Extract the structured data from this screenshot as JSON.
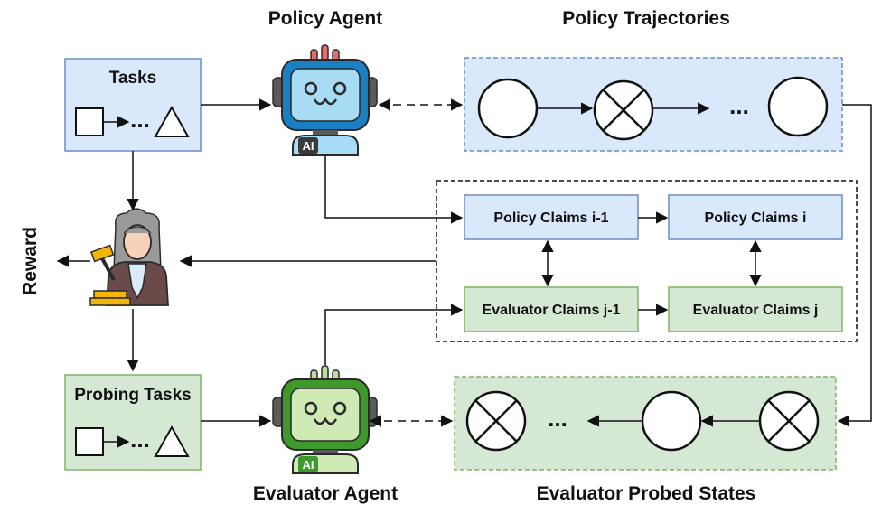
{
  "titles": {
    "policy_agent": "Policy Agent",
    "policy_trajectories": "Policy Trajectories",
    "evaluator_agent": "Evaluator Agent",
    "evaluator_probed_states": "Evaluator Probed States",
    "reward": "Reward"
  },
  "boxes": {
    "tasks": "Tasks",
    "probing_tasks": "Probing Tasks",
    "policy_claims_prev": "Policy Claims i-1",
    "policy_claims_cur": "Policy Claims i",
    "evaluator_claims_prev": "Evaluator Claims j-1",
    "evaluator_claims_cur": "Evaluator Claims j"
  },
  "glyphs": {
    "ellipsis": "...",
    "robot_badge": "AI"
  },
  "icons": {
    "policy_robot": "robot-icon",
    "evaluator_robot": "robot-icon",
    "judge": "judge-icon",
    "square": "square-icon",
    "triangle": "triangle-icon",
    "empty_state": "circle-icon",
    "failed_state": "crossed-circle-icon"
  },
  "colors": {
    "blue_fill": "#dae8fc",
    "blue_stroke": "#6c8ebf",
    "green_fill": "#d5e8d4",
    "green_stroke": "#82b366",
    "policy_robot": "#1b7fc4",
    "evaluator_robot": "#3d9a2a",
    "judge_gold": "#f2b705"
  }
}
